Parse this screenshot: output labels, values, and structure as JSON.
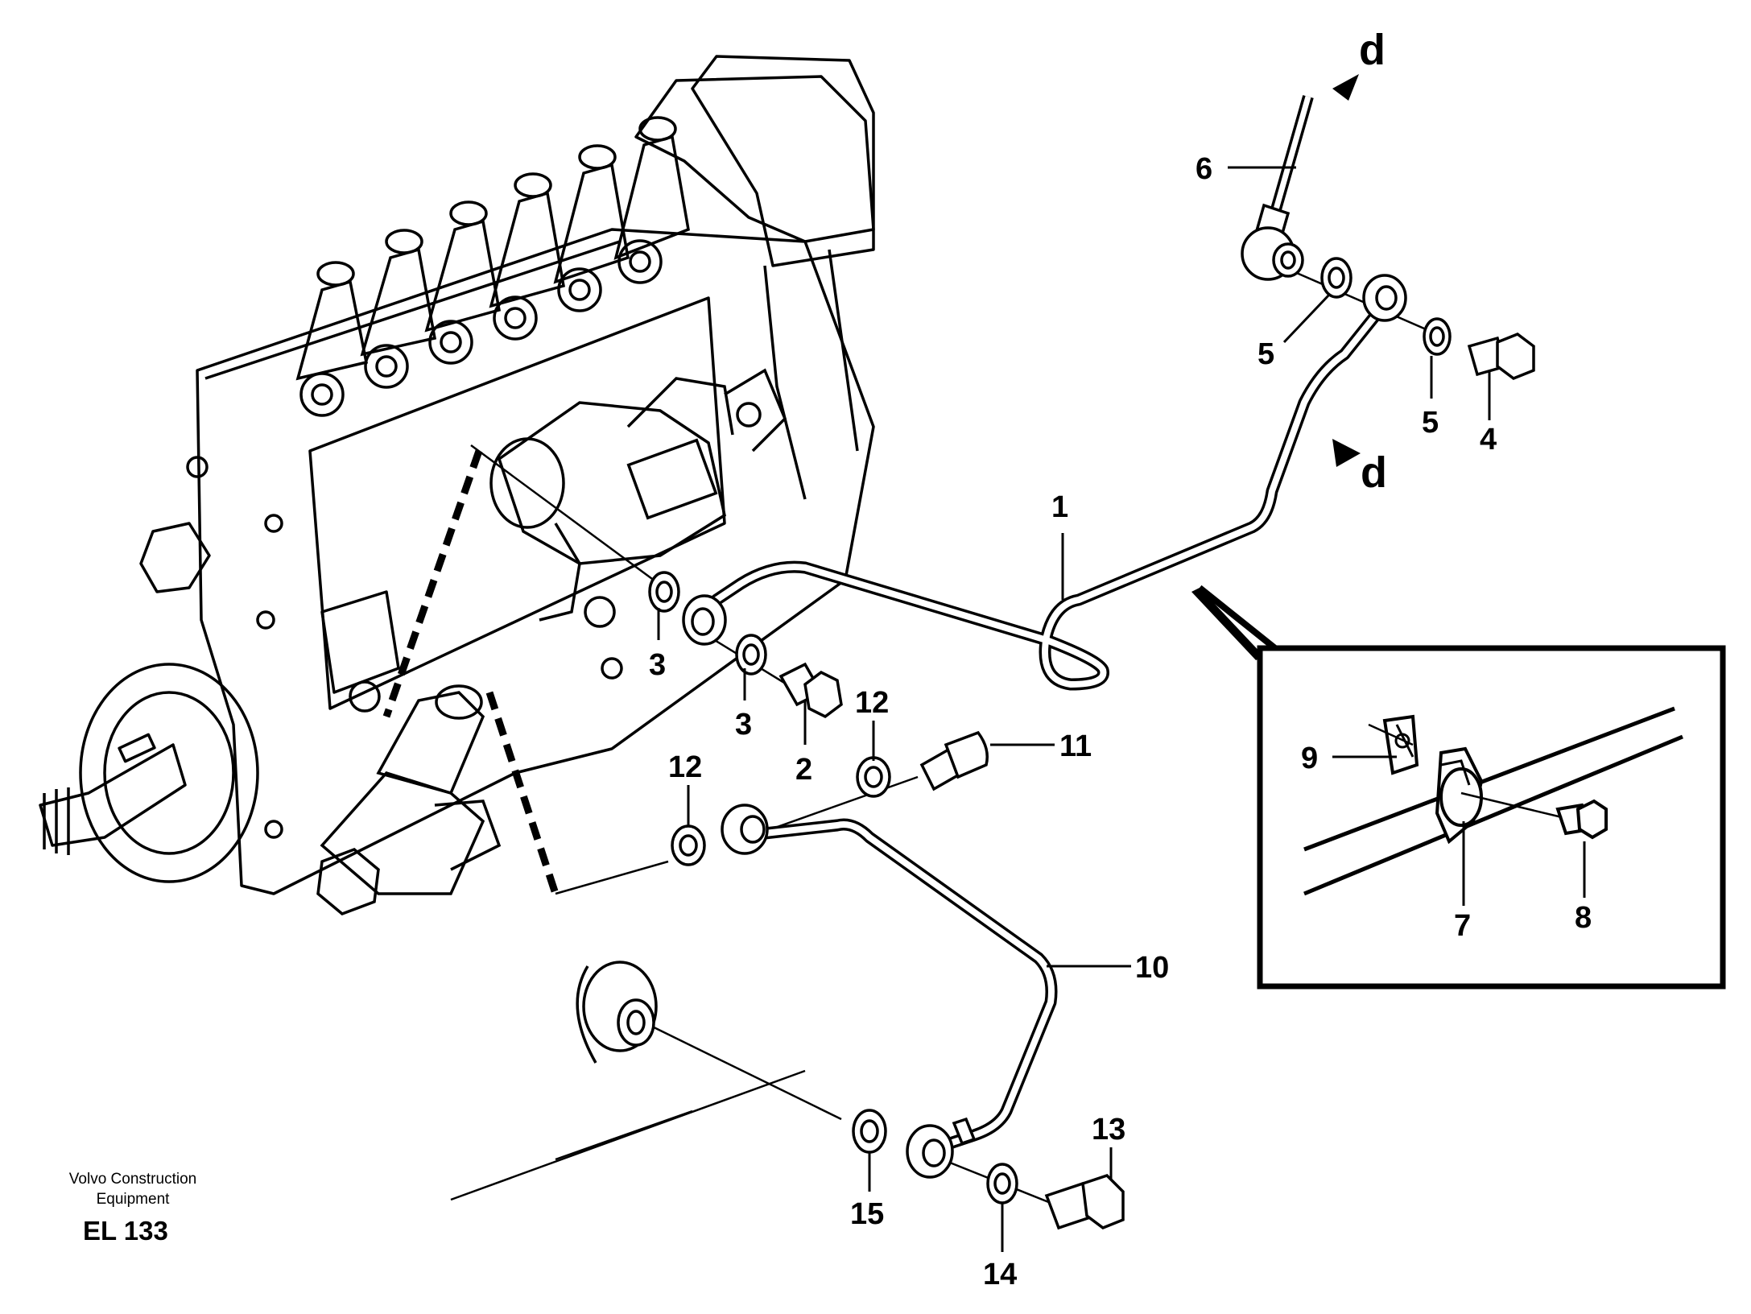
{
  "callouts": {
    "p1": "1",
    "p2": "2",
    "p3a": "3",
    "p3b": "3",
    "p4": "4",
    "p5a": "5",
    "p5b": "5",
    "p6": "6",
    "p7": "7",
    "p8": "8",
    "p9": "9",
    "p10": "10",
    "p11": "11",
    "p12a": "12",
    "p12b": "12",
    "p13": "13",
    "p14": "14",
    "p15": "15"
  },
  "view_markers": {
    "top": "d",
    "bottom": "d"
  },
  "footer": {
    "company_line1": "Volvo Construction",
    "company_line2": "Equipment",
    "code": "EL 133"
  }
}
